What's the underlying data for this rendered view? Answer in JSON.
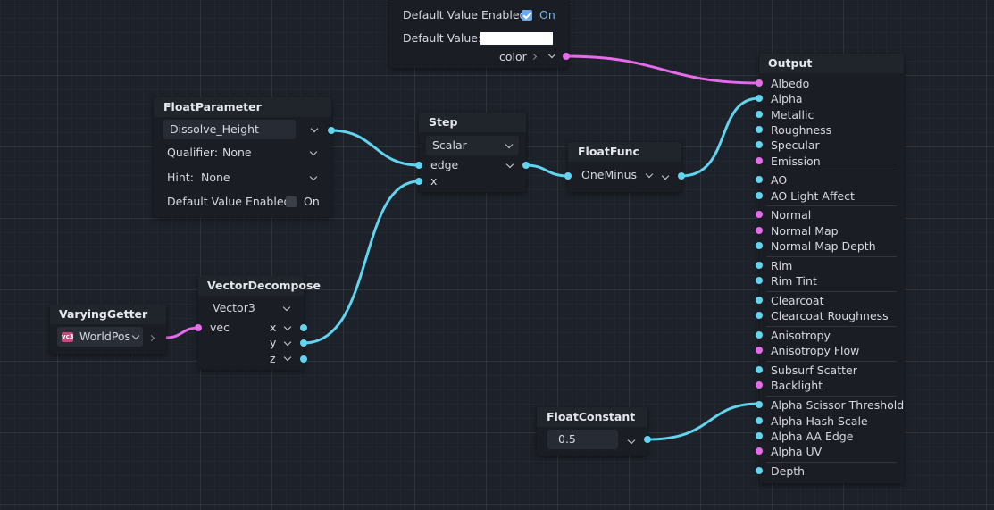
{
  "colors": {
    "cyan": "#61d4ef",
    "magenta": "#e56bea",
    "canvas": "#1d2129",
    "node_bg": "#1a1d23"
  },
  "top_node": {
    "default_value_enabled_label": "Default Value Enabled:",
    "default_value_enabled_state": "On",
    "default_value_label": "Default Value:",
    "default_value_color": "#ffffff",
    "output_label": "color"
  },
  "float_parameter": {
    "title": "FloatParameter",
    "name_value": "Dissolve_Height",
    "qualifier_label": "Qualifier:",
    "qualifier_value": "None",
    "hint_label": "Hint:",
    "hint_value": "None",
    "default_value_enabled_label": "Default Value Enabled:",
    "default_value_enabled_state": "On"
  },
  "step": {
    "title": "Step",
    "type_value": "Scalar",
    "inputs": [
      "edge",
      "x"
    ]
  },
  "float_func": {
    "title": "FloatFunc",
    "function_value": "OneMinus"
  },
  "vector_decompose": {
    "title": "VectorDecompose",
    "type_value": "Vector3",
    "input": "vec",
    "outputs": [
      "x",
      "y",
      "z"
    ]
  },
  "varying_getter": {
    "title": "VaryingGetter",
    "type_icon": "vec3-icon",
    "type_icon_text": "vc3",
    "value": "WorldPos"
  },
  "float_constant": {
    "title": "FloatConstant",
    "value": "0.5"
  },
  "output": {
    "title": "Output",
    "groups": [
      [
        {
          "label": "Albedo",
          "color": "mag"
        },
        {
          "label": "Alpha",
          "color": "cyan"
        },
        {
          "label": "Metallic",
          "color": "cyan"
        },
        {
          "label": "Roughness",
          "color": "cyan"
        },
        {
          "label": "Specular",
          "color": "cyan"
        },
        {
          "label": "Emission",
          "color": "mag"
        }
      ],
      [
        {
          "label": "AO",
          "color": "cyan"
        },
        {
          "label": "AO Light Affect",
          "color": "cyan"
        }
      ],
      [
        {
          "label": "Normal",
          "color": "mag"
        },
        {
          "label": "Normal Map",
          "color": "mag"
        },
        {
          "label": "Normal Map Depth",
          "color": "cyan"
        }
      ],
      [
        {
          "label": "Rim",
          "color": "cyan"
        },
        {
          "label": "Rim Tint",
          "color": "cyan"
        }
      ],
      [
        {
          "label": "Clearcoat",
          "color": "cyan"
        },
        {
          "label": "Clearcoat Roughness",
          "color": "cyan"
        }
      ],
      [
        {
          "label": "Anisotropy",
          "color": "cyan"
        },
        {
          "label": "Anisotropy Flow",
          "color": "mag"
        }
      ],
      [
        {
          "label": "Subsurf Scatter",
          "color": "cyan"
        },
        {
          "label": "Backlight",
          "color": "mag"
        }
      ],
      [
        {
          "label": "Alpha Scissor Threshold",
          "color": "cyan"
        },
        {
          "label": "Alpha Hash Scale",
          "color": "cyan"
        },
        {
          "label": "Alpha AA Edge",
          "color": "cyan"
        },
        {
          "label": "Alpha UV",
          "color": "mag"
        }
      ],
      [
        {
          "label": "Depth",
          "color": "cyan"
        }
      ]
    ]
  }
}
